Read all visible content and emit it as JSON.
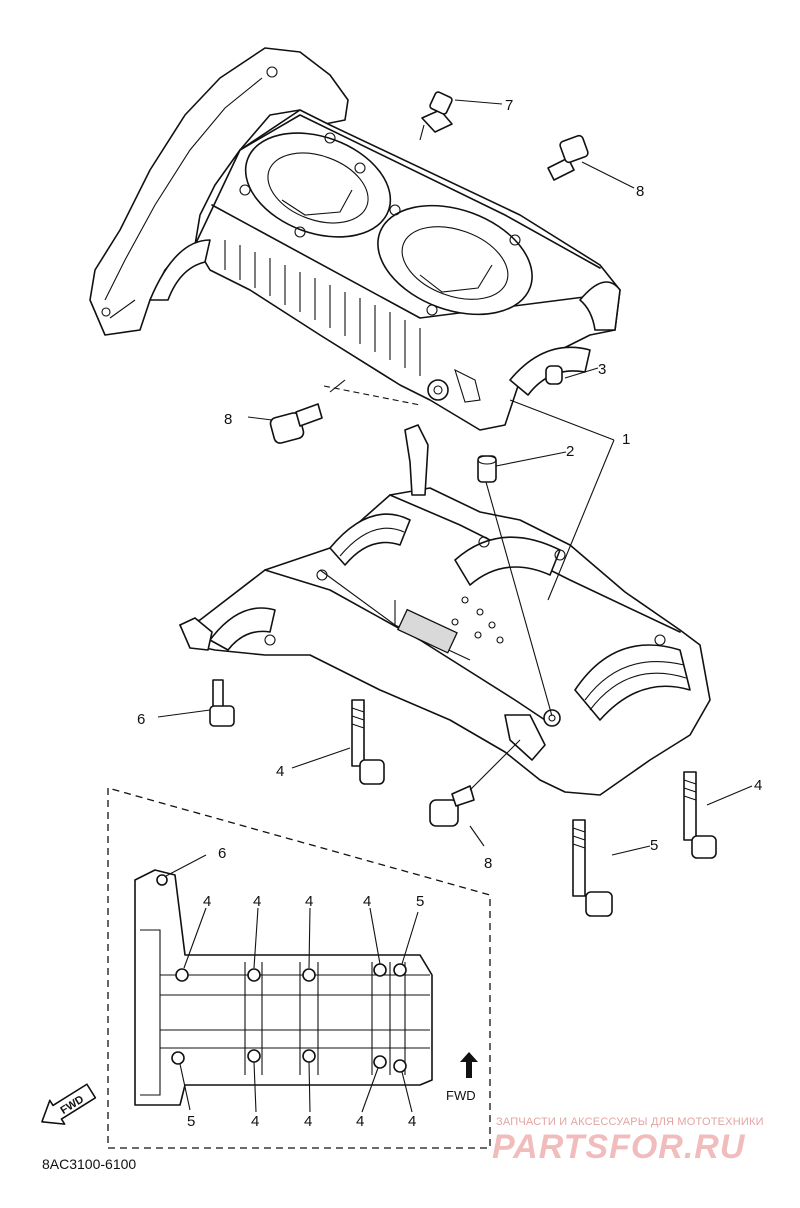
{
  "diagram": {
    "figure_code": "8AC3100-6100",
    "fwd_label": "FWD",
    "fwd_arrow_label": "FWD",
    "callouts": {
      "c1": "1",
      "c2": "2",
      "c3": "3",
      "c4a": "4",
      "c4b": "4",
      "c5a": "5",
      "c6a": "6",
      "c7": "7",
      "c8a": "8",
      "c8b": "8",
      "c8c": "8",
      "inset_6": "6",
      "inset_4a": "4",
      "inset_4b": "4",
      "inset_4c": "4",
      "inset_4d": "4",
      "inset_5a": "5",
      "inset_5b": "5",
      "inset_4e": "4",
      "inset_4f": "4",
      "inset_4g": "4",
      "inset_4h": "4"
    }
  },
  "watermark": {
    "subtitle": "ЗАПЧАСТИ И АКСЕССУАРЫ ДЛЯ МОТОТЕХНИКИ",
    "logo": "PARTSFOR.RU"
  }
}
